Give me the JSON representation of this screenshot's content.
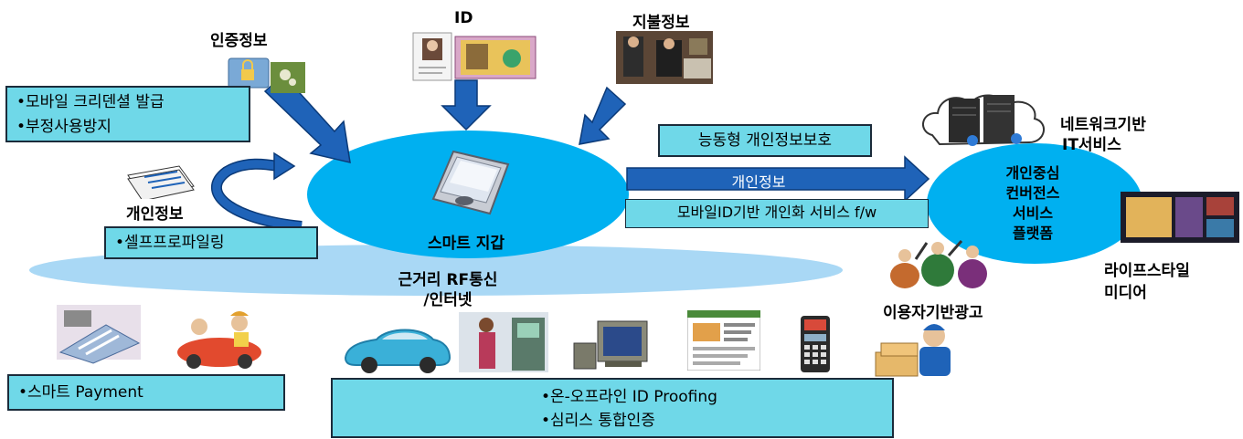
{
  "labels": {
    "auth_info": "인증정보",
    "id": "ID",
    "payment_info": "지불정보",
    "network_it": "네트워크기반",
    "network_it_2": "IT서비스",
    "personal_info": "개인정보",
    "smart_wallet": "스마트 지갑",
    "rf_line1": "근거리 RF통신",
    "rf_line2": "/인터넷",
    "platform_1": "개인중심",
    "platform_2": "컨버전스",
    "platform_3": "서비스",
    "platform_4": "플랫폼",
    "lifestyle_1": "라이프스타일",
    "lifestyle_2": "미디어",
    "user_ad": "이용자기반광고",
    "arrow_personal_info": "개인정보"
  },
  "boxes": {
    "credential_1": "•모바일 크리덴셜 발급",
    "credential_2": "•부정사용방지",
    "self_profiling": "•셀프프로파일링",
    "active_protection": "능동형 개인정보보호",
    "mobile_id_fw": "모바일ID기반 개인화 서비스 f/w",
    "smart_payment": "•스마트 Payment",
    "proofing_1": "•온-오프라인 ID Proofing",
    "proofing_2": "•심리스 통합인증"
  },
  "colors": {
    "ellipse": "#00b0f0",
    "ellipse_light": "#a9d8f5",
    "box": "#6fd8e8",
    "arrow": "#1f63b8"
  },
  "icons": [
    "auth-lock-icon",
    "id-card-icon",
    "payment-photo",
    "server-cloud-icon",
    "documents-icon",
    "smart-device-icon",
    "card-machine-icon",
    "family-car-icon",
    "car-icon",
    "atm-person-icon",
    "computer-icon",
    "website-icon",
    "pos-terminal-icon",
    "delivery-man-icon",
    "dancers-icon",
    "media-screen-icon"
  ]
}
